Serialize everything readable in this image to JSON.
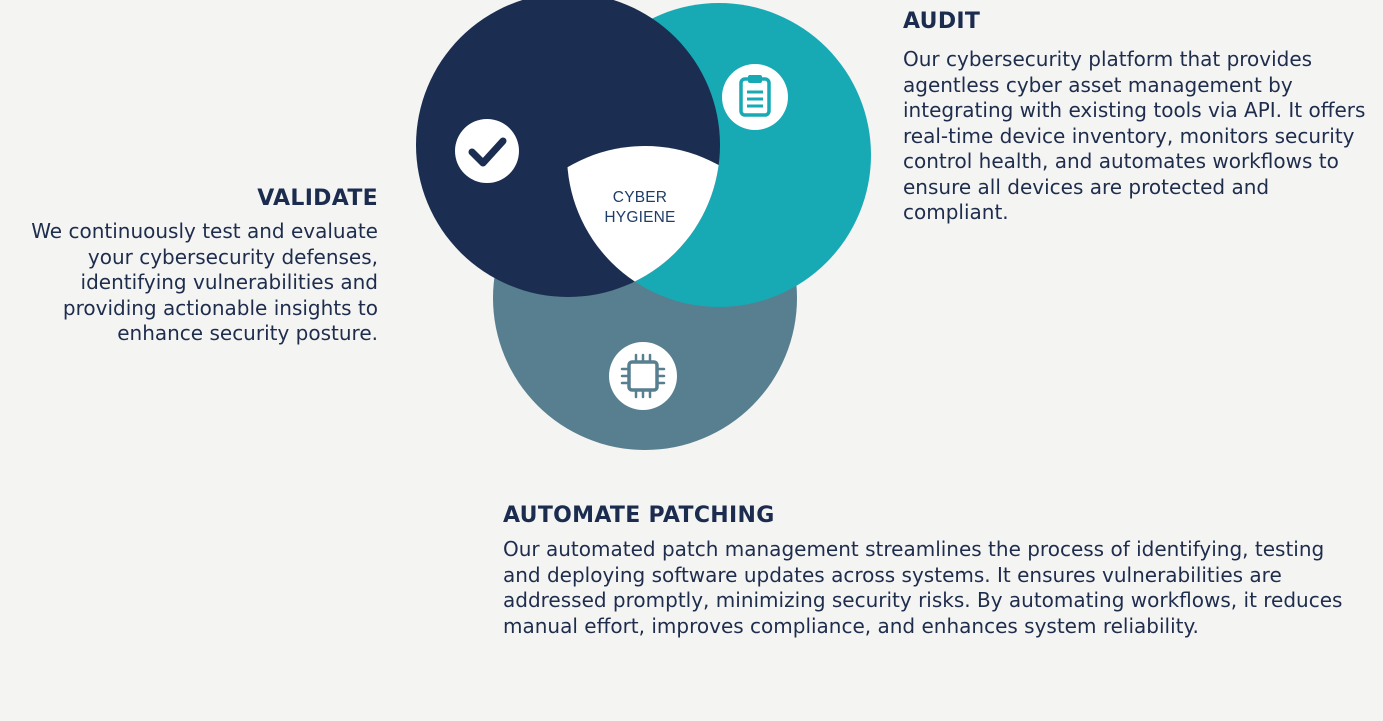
{
  "diagram": {
    "center_label_line1": "CYBER",
    "center_label_line2": "HYGIENE",
    "colors": {
      "background": "#f4f4f3",
      "validate_circle": "#1b2d50",
      "audit_circle": "#17aab5",
      "patching_circle": "#577f8f",
      "center": "#ffffff",
      "text_dark": "#1b2c4f"
    },
    "icons": {
      "validate": "check-circle-icon",
      "audit": "clipboard-icon",
      "patching": "chip-icon"
    }
  },
  "validate": {
    "title": "VALIDATE",
    "description": "We continuously test and evaluate your cybersecurity defenses, identifying vulnerabilities and providing actionable insights to enhance security posture."
  },
  "audit": {
    "title": "AUDIT",
    "description": "Our cybersecurity platform that provides agentless cyber asset management by integrating with existing tools via API. It offers real-time device inventory, monitors security control health, and automates workflows to ensure all devices are protected and compliant."
  },
  "patching": {
    "title": "AUTOMATE PATCHING",
    "description": "Our automated patch management streamlines the process of identifying, testing and deploying software updates across systems. It ensures vulnerabilities are addressed promptly, minimizing security risks. By automating workflows, it reduces manual effort, improves compliance, and enhances system reliability."
  }
}
